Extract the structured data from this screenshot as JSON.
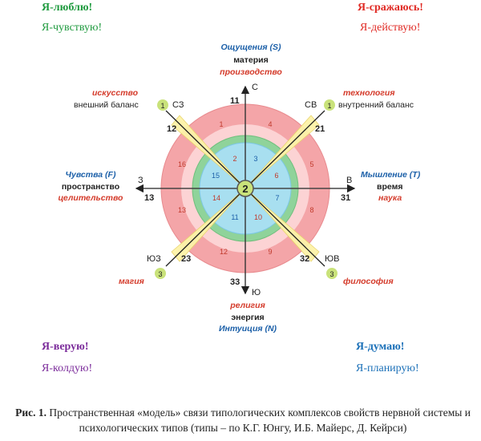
{
  "corners": {
    "top_left": {
      "line1": "Я-люблю!",
      "line2": "Я-чувствую!"
    },
    "top_right": {
      "line1": "Я-сражаюсь!",
      "line2": "Я-действую!"
    },
    "bottom_left": {
      "line1": "Я-верую!",
      "line2": "Я-колдую!"
    },
    "bottom_right": {
      "line1": "Я-думаю!",
      "line2": "Я-планирую!"
    }
  },
  "axes": {
    "north": {
      "type": "Ощущения (S)",
      "quality": "материя",
      "domain": "производство",
      "letter": "С",
      "number": "11"
    },
    "south": {
      "type": "Интуиция (N)",
      "quality": "энергия",
      "domain": "религия",
      "letter": "Ю",
      "number": "33"
    },
    "east": {
      "type": "Мышление (T)",
      "quality": "время",
      "domain": "наука",
      "letter": "В",
      "number": "31"
    },
    "west": {
      "type": "Чувства (F)",
      "quality": "пространство",
      "domain": "целительство",
      "letter": "З",
      "number": "13"
    },
    "northwest": {
      "domain": "искусство",
      "quality": "внешний баланс",
      "letter": "СЗ",
      "number": "12",
      "badge": "1"
    },
    "northeast": {
      "domain": "технология",
      "quality": "внутренний баланс",
      "letter": "СВ",
      "number": "21",
      "badge": "1"
    },
    "southwest": {
      "domain": "магия",
      "letter": "ЮЗ",
      "number": "23",
      "badge": "3"
    },
    "southeast": {
      "domain": "философия",
      "letter": "ЮВ",
      "number": "32",
      "badge": "3"
    }
  },
  "center_label": "2",
  "sectors": {
    "outer": [
      "1",
      "4",
      "5",
      "8",
      "9",
      "12",
      "13",
      "16"
    ],
    "inner": [
      "3",
      "6",
      "7",
      "10",
      "11",
      "14",
      "15",
      "2"
    ]
  },
  "caption": {
    "label": "Рис. 1.",
    "text": " Пространственная «модель» связи типологических комплексов свойств нервной системы и психологических типов (типы – по К.Г. Юнгу, И.Б. Майерс, Д. Кейрси)"
  },
  "colors": {
    "outer_ring": "#f4a5a8",
    "outer_ring_light": "#fde0e0",
    "green_ring": "#8fd39a",
    "inner_disc": "#a8dff0",
    "yellow_band": "#fdf3a8",
    "badge": "#c9e27a",
    "type_blue": "#1b5fa8",
    "domain_red": "#d43a2a"
  }
}
